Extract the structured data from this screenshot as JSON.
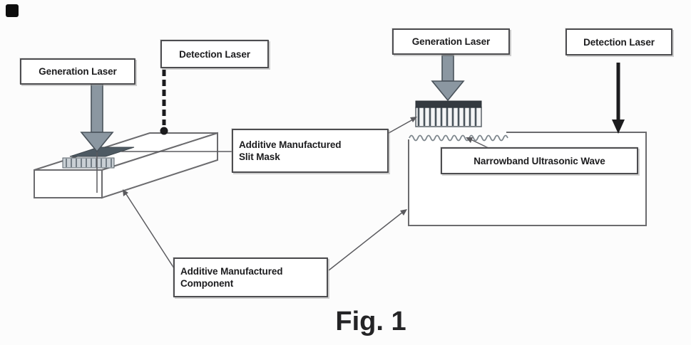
{
  "caption": "Fig. 1",
  "labels": {
    "generation_laser_left": "Generation Laser",
    "detection_laser_left": "Detection Laser",
    "generation_laser_right": "Generation Laser",
    "detection_laser_right": "Detection Laser",
    "slit_mask": {
      "line1": "Additive Manufactured",
      "line2": "Slit Mask"
    },
    "narrowband": "Narrowband Ultrasonic Wave",
    "component": {
      "line1": "Additive Manufactured",
      "line2": "Component"
    }
  },
  "icons": {
    "generation_laser_arrow": "thick-gray-down-arrow",
    "detection_laser_beam_left": "dashed-black-down-beam",
    "detection_laser_beam_right": "black-down-arrow"
  },
  "colors": {
    "background": "#fcfcfc",
    "ink": "#1c1c1e",
    "line_gray": "#5a5a5e",
    "outline_gray": "#6b6b6e",
    "box_border": "#4d4d50",
    "arrow_fill": "#8b97a1",
    "arrow_stroke": "#49525a",
    "mask_dark": "#4e5a63"
  }
}
